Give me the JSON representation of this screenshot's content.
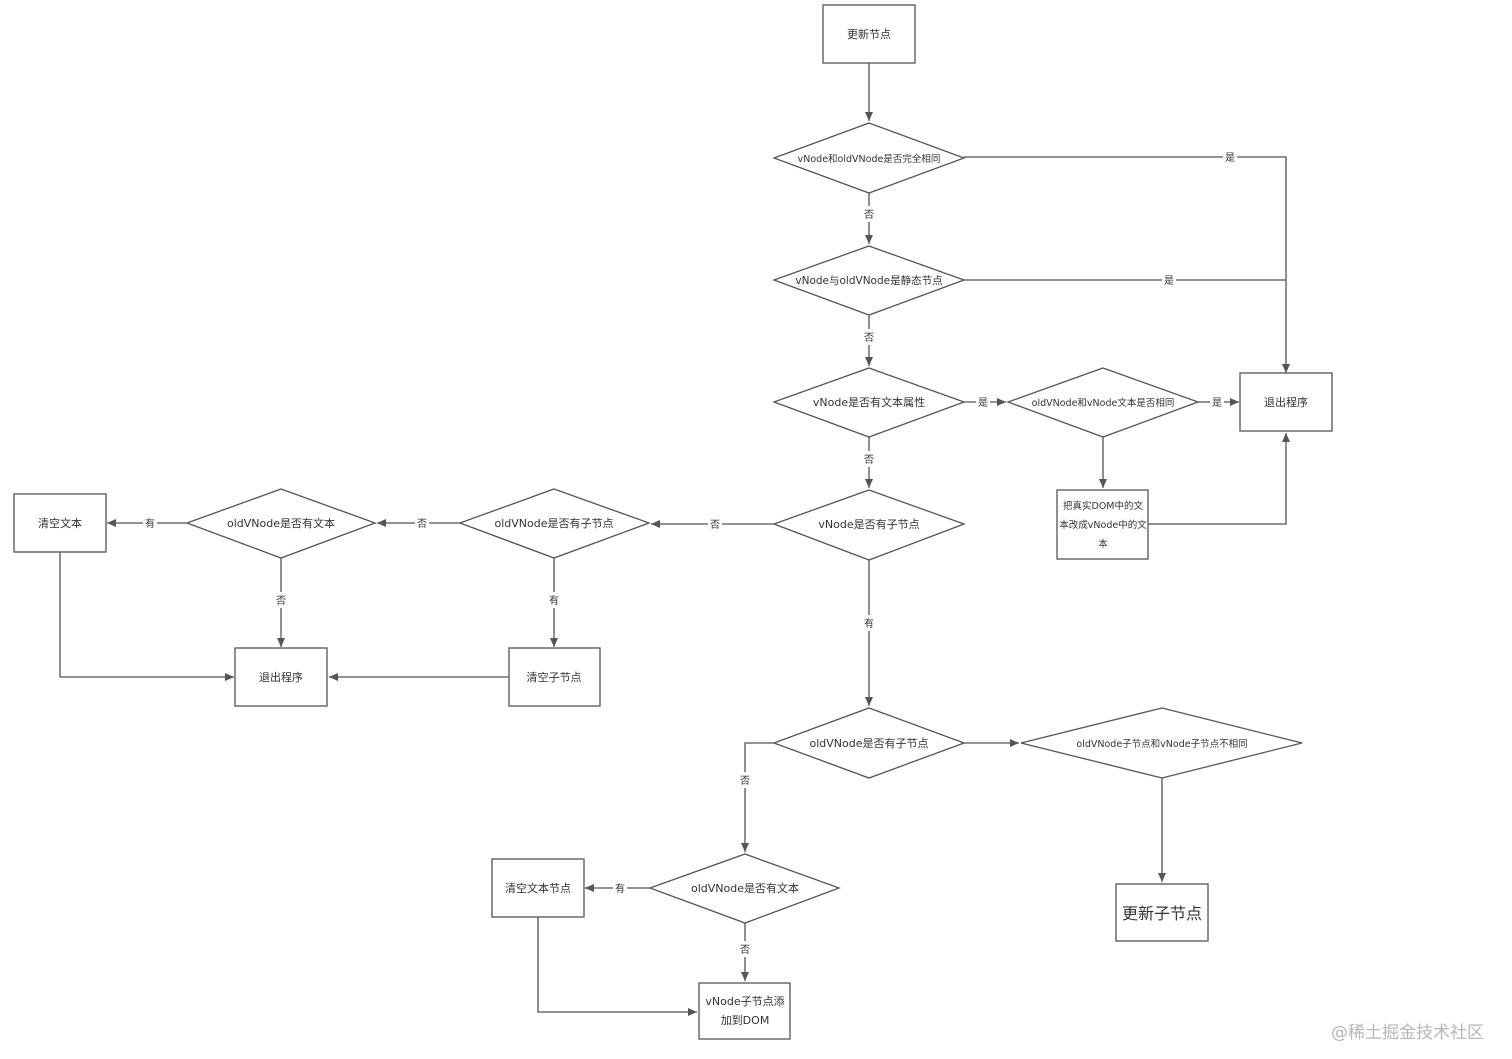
{
  "nodes": {
    "update_node": "更新节点",
    "q_same": "vNode和oldVNode是否完全相同",
    "q_static": "vNode与oldVNode是静态节点",
    "q_has_text": "vNode是否有文本属性",
    "q_text_same": "oldVNode和vNode文本是否相同",
    "exit_right": "退出程序",
    "set_text_line1": "把真实DOM中的文",
    "set_text_line2": "本改成vNode中的文",
    "set_text_line3": "本",
    "q_has_children": "vNode是否有子节点",
    "q_old_children_left": "oldVNode是否有子节点",
    "q_old_text_left": "oldVNode是否有文本",
    "clear_text": "清空文本",
    "exit_left": "退出程序",
    "clear_children": "清空子节点",
    "q_old_children": "oldVNode是否有子节点",
    "q_children_diff": "oldVNode子节点和vNode子节点不相同",
    "update_children": "更新子节点",
    "q_old_text_bottom": "oldVNode是否有文本",
    "clear_text_node": "清空文本节点",
    "add_children_line1": "vNode子节点添",
    "add_children_line2": "加到DOM"
  },
  "edge_labels": {
    "yes": "是",
    "no": "否",
    "has": "有"
  },
  "watermark": "@稀土掘金技术社区",
  "colors": {
    "stroke": "#555555",
    "text": "#333333",
    "watermark": "#b7b7b7"
  }
}
